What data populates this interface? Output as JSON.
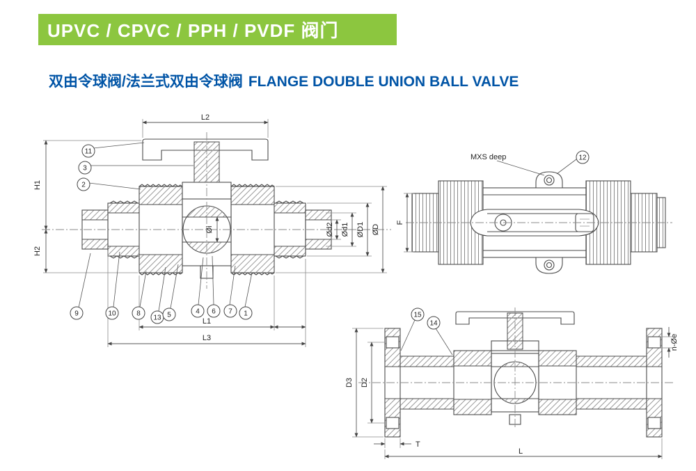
{
  "header": {
    "title": "UPVC / CPVC / PPH / PVDF 阀门"
  },
  "subtitle": {
    "cn": "双由令球阀/法兰式双由令球阀",
    "en": "FLANGE DOUBLE UNION BALL VALVE"
  },
  "colors": {
    "banner_bg": "#8CC63F",
    "banner_text": "#FFFFFF",
    "subtitle_text": "#0054A6",
    "line": "#4A4A4A"
  },
  "front_view": {
    "dims": {
      "L2": "L2",
      "H1": "H1",
      "H2": "H2",
      "Oi": "Øi",
      "Od2": "Ød2",
      "Od1": "Ød1",
      "OD1": "ØD1",
      "OD": "ØD",
      "L1": "L1",
      "L3": "L3"
    },
    "callouts": {
      "c11": "11",
      "c3": "3",
      "c2": "2",
      "c9": "9",
      "c10": "10",
      "c8": "8",
      "c13": "13",
      "c5": "5",
      "c4": "4",
      "c6": "6",
      "c7": "7",
      "c1": "1"
    }
  },
  "side_view": {
    "label_mxs": "MXS deep",
    "dims": {
      "F": "F"
    },
    "callouts": {
      "c12": "12"
    }
  },
  "flange_view": {
    "dims": {
      "D3": "D3",
      "D2": "D2",
      "T": "T",
      "L": "L",
      "nOe": "n-Øe"
    },
    "callouts": {
      "c15": "15",
      "c14": "14"
    }
  }
}
